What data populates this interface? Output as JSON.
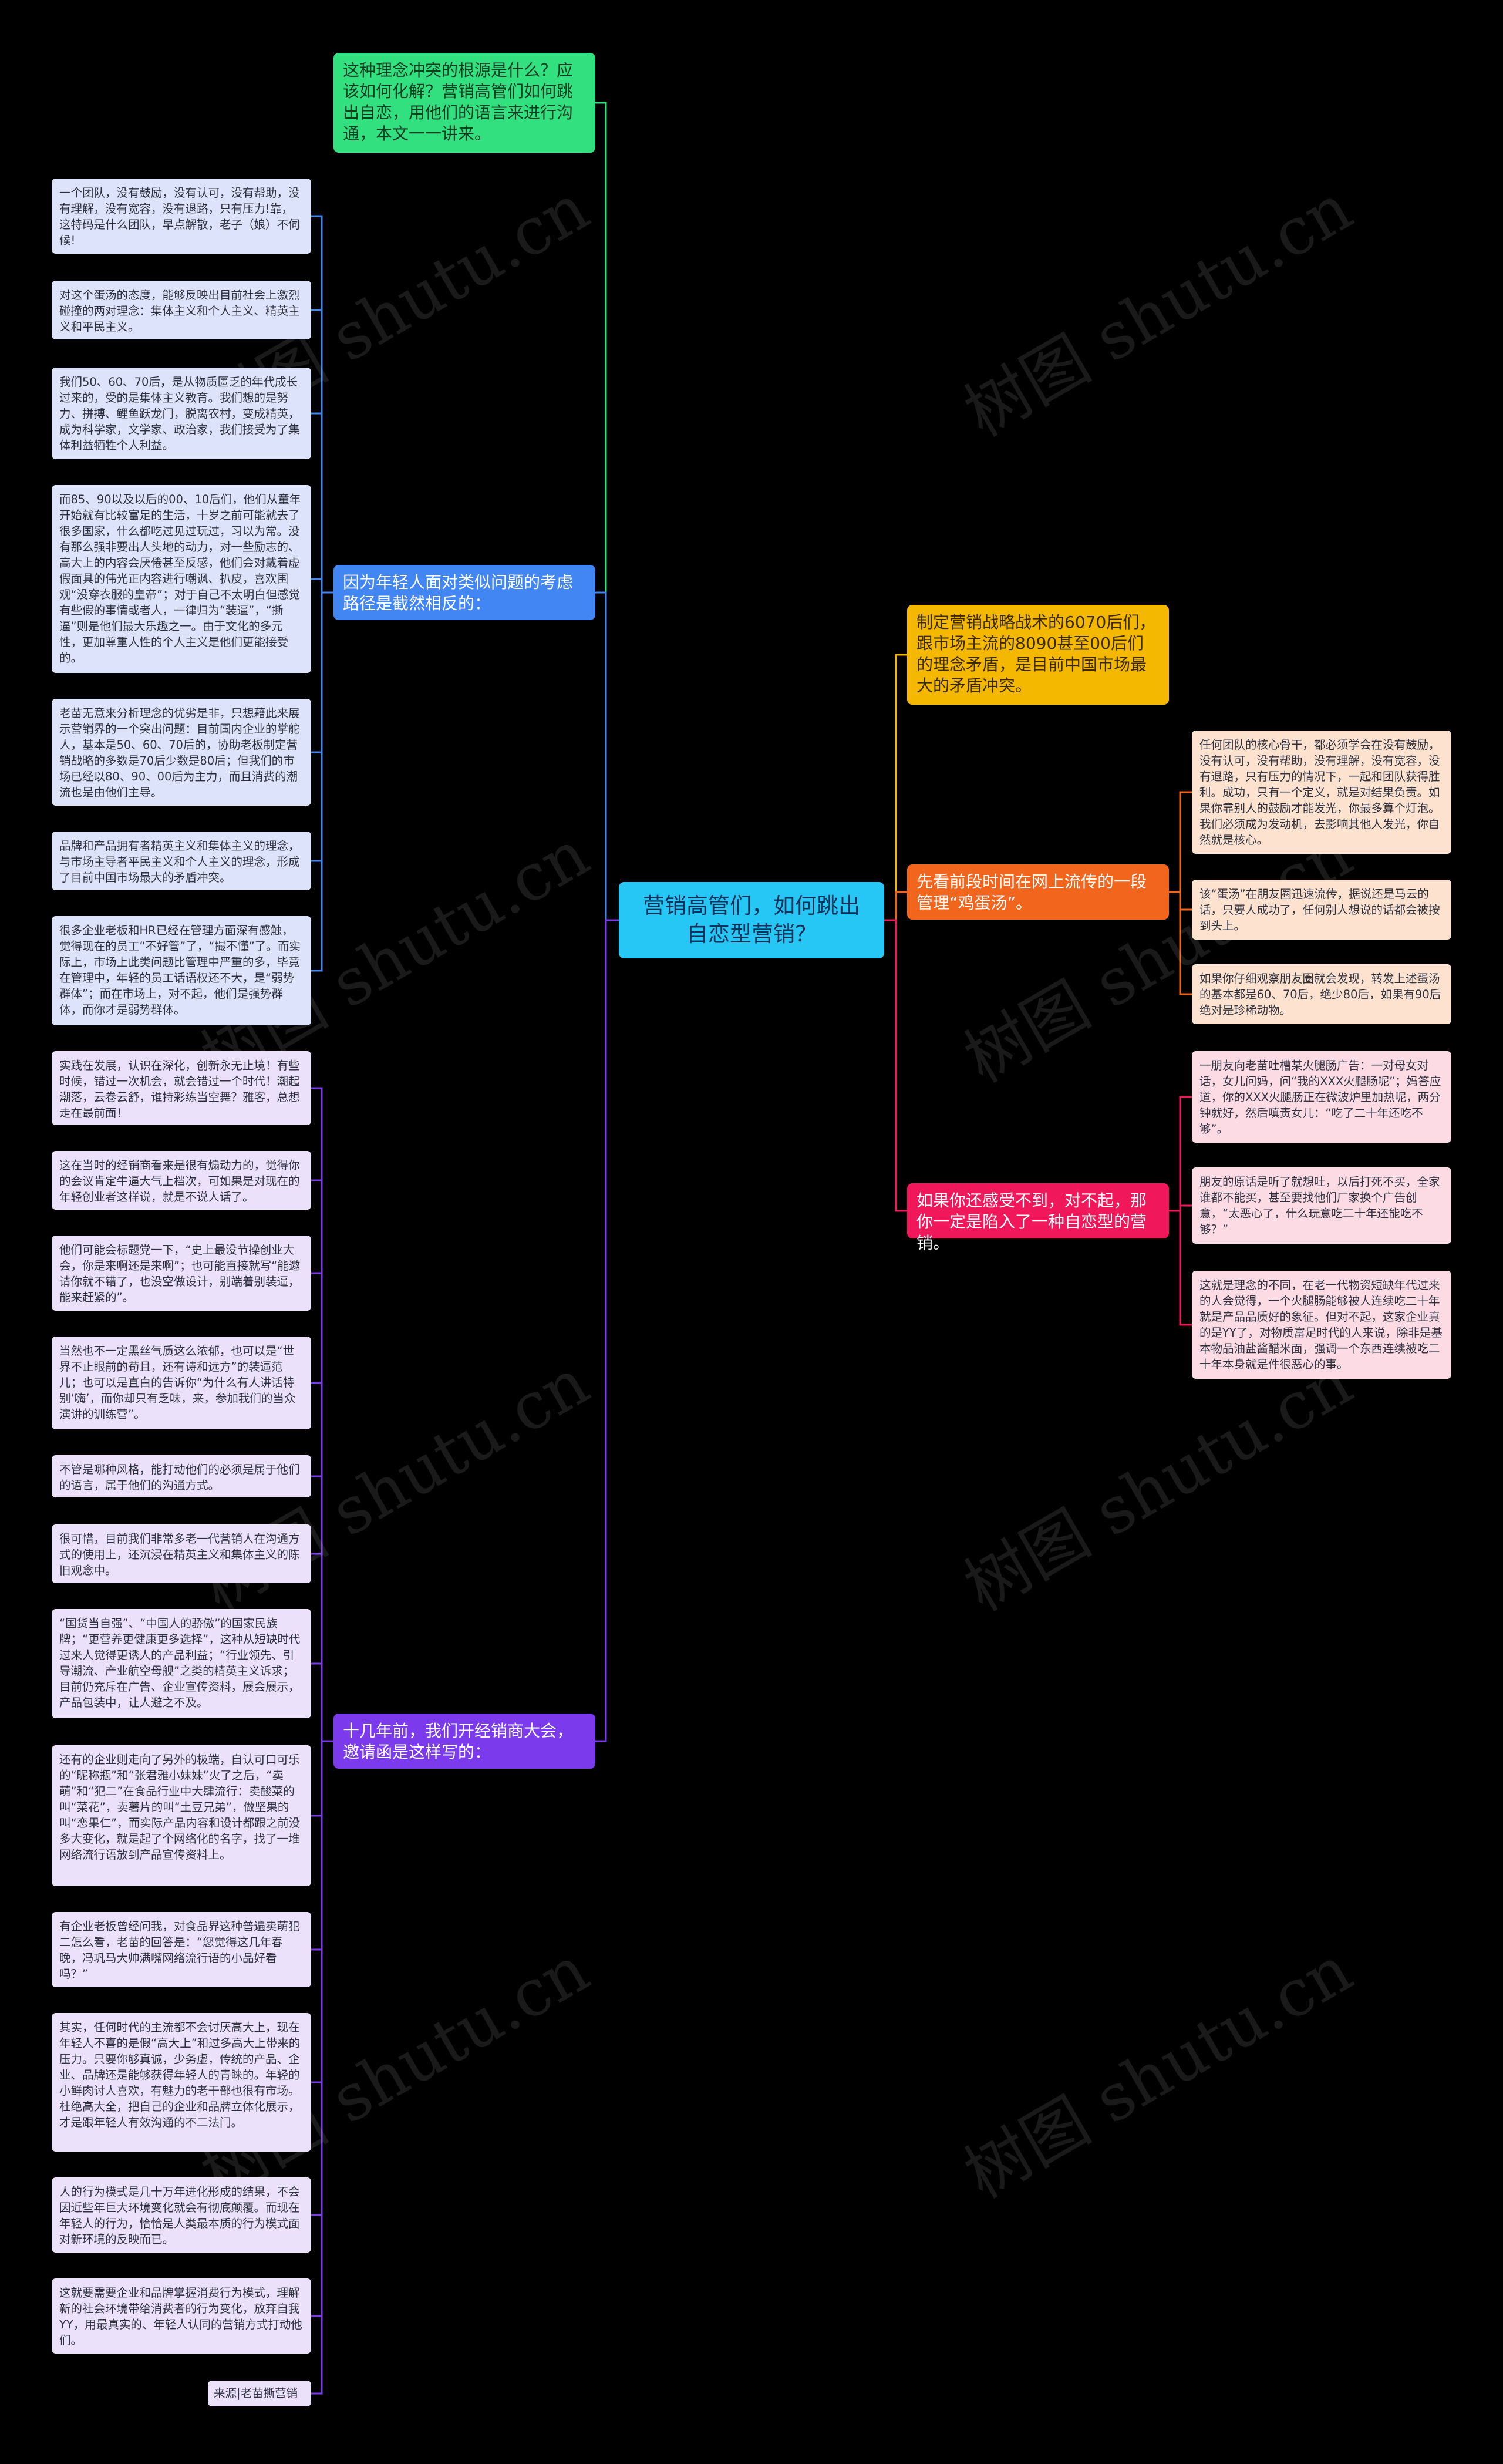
{
  "root": {
    "text": "营销高管们，如何跳出自恋型营销？"
  },
  "branches": {
    "intro": {
      "text": "这种理念冲突的根源是什么？应该如何化解？营销高管们如何跳出自恋，用他们的语言来进行沟通，本文一一讲来。"
    },
    "young": {
      "text": "因为年轻人面对类似问题的考虑路径是截然相反的："
    },
    "meeting": {
      "text": "十几年前，我们开经销商大会，邀请函是这样写的："
    },
    "strategy": {
      "text": "制定营销战略战术的6070后们，跟市场主流的8090甚至00后们的理念矛盾，是目前中国市场最大的矛盾冲突。"
    },
    "chicken": {
      "text": "先看前段时间在网上流传的一段管理“鸡蛋汤”。"
    },
    "trap": {
      "text": "如果你还感受不到，对不起，那你一定是陷入了一种自恋型的营销。"
    }
  },
  "young_leaves": [
    "一个团队，没有鼓励，没有认可，没有帮助，没有理解，没有宽容，没有退路，只有压力!靠，这特码是什么团队，早点解散，老子（娘）不伺候!",
    "对这个蛋汤的态度，能够反映出目前社会上激烈碰撞的两对理念：集体主义和个人主义、精英主义和平民主义。",
    "我们50、60、70后，是从物质匮乏的年代成长过来的，受的是集体主义教育。我们想的是努力、拼搏、鲤鱼跃龙门，脱离农村，变成精英，成为科学家，文学家、政治家，我们接受为了集体利益牺牲个人利益。",
    "而85、90以及以后的00、10后们，他们从童年开始就有比较富足的生活，十岁之前可能就去了很多国家，什么都吃过见过玩过，习以为常。没有那么强非要出人头地的动力，对一些励志的、高大上的内容会厌倦甚至反感，他们会对戴着虚假面具的伟光正内容进行嘲讽、扒皮，喜欢围观“没穿衣服的皇帝”；对于自己不太明白但感觉有些假的事情或者人，一律归为“装逼”，“撕逼”则是他们最大乐趣之一。由于文化的多元性，更加尊重人性的个人主义是他们更能接受的。",
    "老苗无意来分析理念的优劣是非，只想藉此来展示营销界的一个突出问题：目前国内企业的掌舵人，基本是50、60、70后的，协助老板制定营销战略的多数是70后少数是80后；但我们的市场已经以80、90、00后为主力，而且消费的潮流也是由他们主导。",
    "品牌和产品拥有者精英主义和集体主义的理念，与市场主导者平民主义和个人主义的理念，形成了目前中国市场最大的矛盾冲突。",
    "很多企业老板和HR已经在管理方面深有感触，觉得现在的员工“不好管”了，“撮不懂”了。而实际上，市场上此类问题比管理中严重的多，毕竟在管理中，年轻的员工话语权还不大，是“弱势群体”；而在市场上，对不起，他们是强势群体，而你才是弱势群体。"
  ],
  "meeting_leaves": [
    "实践在发展，认识在深化，创新永无止境！有些时候，错过一次机会，就会错过一个时代！潮起潮落，云卷云舒，谁持彩练当空舞？雅客，总想走在最前面！",
    "这在当时的经销商看来是很有煽动力的，觉得你的会议肯定牛逼大气上档次，可如果是对现在的年轻创业者这样说，就是不说人话了。",
    "他们可能会标题党一下，“史上最没节操创业大会，你是来啊还是来啊”；也可能直接就写“能邀请你就不错了，也没空做设计，别端着别装逼，能来赶紧的”。",
    "当然也不一定黑丝气质这么浓郁，也可以是“世界不止眼前的苟且，还有诗和远方”的装逼范儿；也可以是直白的告诉你“为什么有人讲话特别‘嗨’，而你却只有乏味，来，参加我们的当众演讲的训练营”。",
    "不管是哪种风格，能打动他们的必须是属于他们的语言，属于他们的沟通方式。",
    "很可惜，目前我们非常多老一代营销人在沟通方式的使用上，还沉浸在精英主义和集体主义的陈旧观念中。",
    "“国货当自强”、“中国人的骄傲”的国家民族牌；“更营养更健康更多选择”，这种从短缺时代过来人觉得更诱人的产品利益；“行业领先、引导潮流、产业航空母舰”之类的精英主义诉求；目前仍充斥在广告、企业宣传资料，展会展示，产品包装中，让人避之不及。",
    "还有的企业则走向了另外的极端，自认可口可乐的“昵称瓶”和“张君雅小妹妹”火了之后，“卖萌”和“犯二”在食品行业中大肆流行：卖酸菜的叫“菜花”，卖薯片的叫“土豆兄弟”，做坚果的叫“恋果仁”，而实际产品内容和设计都跟之前没多大变化，就是起了个网络化的名字，找了一堆网络流行语放到产品宣传资料上。",
    "有企业老板曾经问我，对食品界这种普遍卖萌犯二怎么看，老苗的回答是：“您觉得这几年春晚，冯巩马大帅满嘴网络流行语的小品好看吗？”",
    "其实，任何时代的主流都不会讨厌高大上，现在年轻人不喜的是假“高大上”和过多高大上带来的压力。只要你够真诚，少务虚，传统的产品、企业、品牌还是能够获得年轻人的青睐的。年轻的小鲜肉讨人喜欢，有魅力的老干部也很有市场。杜绝高大全，把自己的企业和品牌立体化展示，才是跟年轻人有效沟通的不二法门。",
    "人的行为模式是几十万年进化形成的结果，不会因近些年巨大环境变化就会有彻底颠覆。而现在年轻人的行为，恰恰是人类最本质的行为模式面对新环境的反映而已。",
    "这就要需要企业和品牌掌握消费行为模式，理解新的社会环境带给消费者的行为变化，放弃自我YY，用最真实的、年轻人认同的营销方式打动他们。",
    "来源|老苗撕营销"
  ],
  "chicken_leaves": [
    "任何团队的核心骨干，都必须学会在没有鼓励，没有认可，没有帮助，没有理解，没有宽容，没有退路，只有压力的情况下，一起和团队获得胜利。成功，只有一个定义，就是对结果负责。如果你靠别人的鼓励才能发光，你最多算个灯泡。我们必须成为发动机，去影响其他人发光，你自然就是核心。",
    "该“蛋汤”在朋友圈迅速流传，据说还是马云的话，只要人成功了，任何别人想说的话都会被按到头上。",
    "如果你仔细观察朋友圈就会发现，转发上述蛋汤的基本都是60、70后，绝少80后，如果有90后绝对是珍稀动物。"
  ],
  "trap_leaves": [
    "一朋友向老苗吐槽某火腿肠广告：一对母女对话，女儿问妈，问“我的XXX火腿肠呢”；妈答应道，你的XXX火腿肠正在微波炉里加热呢，两分钟就好，然后嗔责女儿：“吃了二十年还吃不够”。",
    "朋友的原话是听了就想吐，以后打死不买，全家谁都不能买，甚至要找他们厂家换个广告创意，“太恶心了，什么玩意吃二十年还能吃不够？”",
    "这就是理念的不同，在老一代物资短缺年代过来的人会觉得，一个火腿肠能够被人连续吃二十年就是产品品质好的象征。但对不起，这家企业真的是YY了，对物质富足时代的人来说，除非是基本物品油盐酱醋米面，强调一个东西连续被吃二十年本身就是件很恶心的事。"
  ],
  "watermark": "树图 shutu.cn",
  "colors": {
    "root": "#26c6f5",
    "intro": "#33e07f",
    "young": "#4286f4",
    "meeting": "#7c3aed",
    "strategy": "#f5b800",
    "chicken": "#f2651c",
    "trap": "#f0185a"
  }
}
